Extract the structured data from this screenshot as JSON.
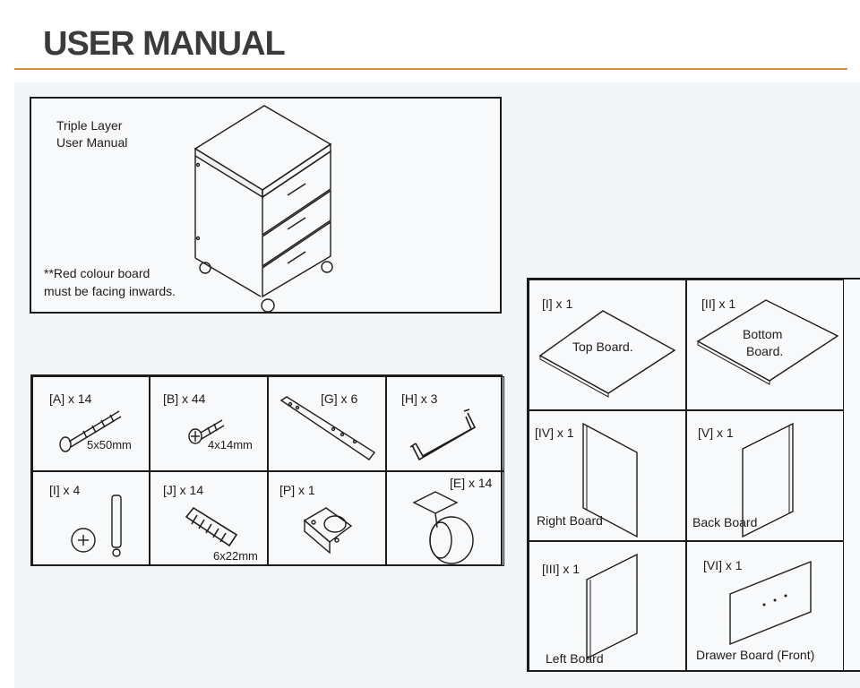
{
  "header": {
    "title": "USER MANUAL"
  },
  "overview": {
    "line1": "Triple Layer",
    "line2": "User Manual",
    "note1": "**Red colour board",
    "note2": "must be facing inwards."
  },
  "hardware": [
    {
      "label": "[A] x 14",
      "size": "5x50mm",
      "icon": "long-screw-icon"
    },
    {
      "label": "[B] x 44",
      "size": "4x14mm",
      "icon": "short-screw-icon"
    },
    {
      "label": "[G] x 6",
      "size": "",
      "icon": "metal-bar-icon"
    },
    {
      "label": "[H] x 3",
      "size": "",
      "icon": "handle-icon"
    },
    {
      "label": "[I] x 4",
      "size": "",
      "icon": "cam-lock-icon"
    },
    {
      "label": "[J] x 14",
      "size": "6x22mm",
      "icon": "dowel-icon"
    },
    {
      "label": "[P] x 1",
      "size": "",
      "icon": "lock-icon"
    },
    {
      "label": "[E] x 14",
      "size": "",
      "icon": "caster-wheel-icon"
    }
  ],
  "boards": [
    {
      "label": "[I] x 1",
      "name": "Top Board."
    },
    {
      "label": "[II] x 1",
      "name_line1": "Bottom",
      "name_line2": "Board."
    },
    {
      "label": "[IV] x 1",
      "name": "Right Board"
    },
    {
      "label": "[V] x 1",
      "name": "Back Board"
    },
    {
      "label": "[III] x 1",
      "name": "Left Board"
    },
    {
      "label": "[VI] x 1",
      "name": "Drawer Board (Front)"
    }
  ],
  "colors": {
    "accent_rule": "#e0893e",
    "title": "#3b3b3b",
    "line": "#1c1c1c"
  }
}
